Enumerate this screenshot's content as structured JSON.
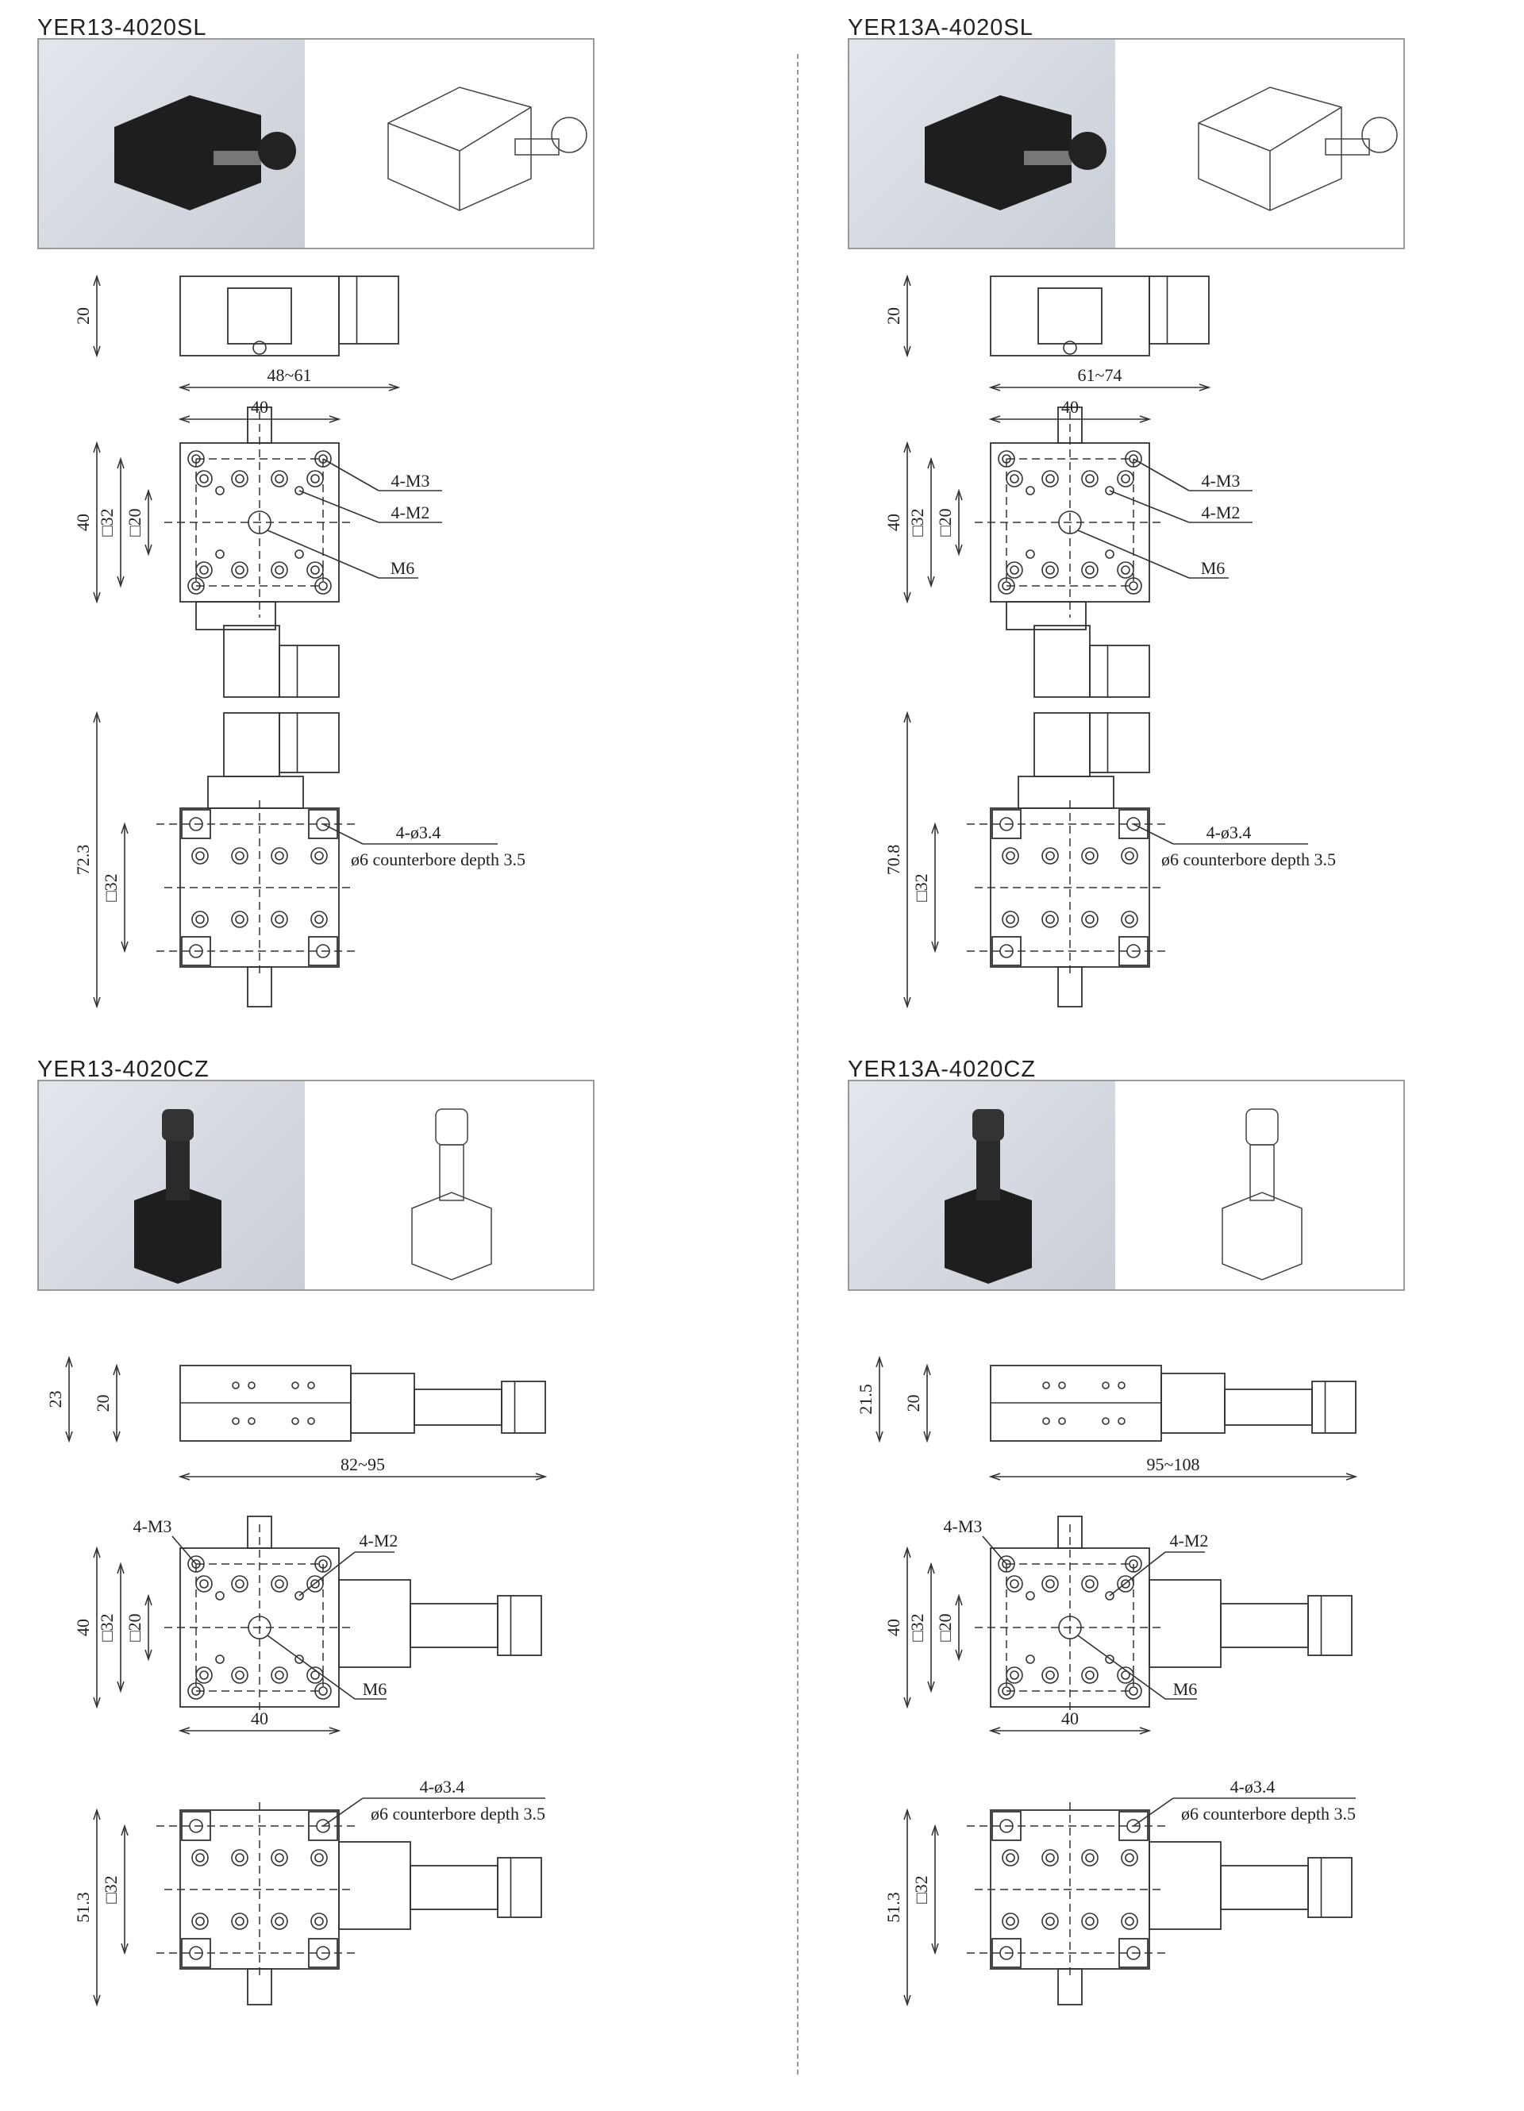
{
  "panels": [
    {
      "title": "YER13-4020SL",
      "kind": "SL",
      "side": {
        "height": "20",
        "length": "48~61"
      },
      "top": {
        "width": "40",
        "height": "40",
        "sq_outer": "□32",
        "sq_inner": "□20",
        "m3": "4-M3",
        "m2": "4-M2",
        "m6": "M6"
      },
      "bottom": {
        "height": "72.3",
        "sq": "□32",
        "hole": "4-ø3.4",
        "counterbore": "ø6 counterbore depth 3.5"
      }
    },
    {
      "title": "YER13A-4020SL",
      "kind": "SL",
      "side": {
        "height": "20",
        "length": "61~74"
      },
      "top": {
        "width": "40",
        "height": "40",
        "sq_outer": "□32",
        "sq_inner": "□20",
        "m3": "4-M3",
        "m2": "4-M2",
        "m6": "M6"
      },
      "bottom": {
        "height": "70.8",
        "sq": "□32",
        "hole": "4-ø3.4",
        "counterbore": "ø6 counterbore depth 3.5"
      }
    },
    {
      "title": "YER13-4020CZ",
      "kind": "CZ",
      "side": {
        "total_height": "23",
        "height": "20",
        "length": "82~95"
      },
      "top": {
        "width": "40",
        "height": "40",
        "sq_outer": "□32",
        "sq_inner": "□20",
        "m3": "4-M3",
        "m2": "4-M2",
        "m6": "M6"
      },
      "bottom": {
        "height": "51.3",
        "sq": "□32",
        "hole": "4-ø3.4",
        "counterbore": "ø6 counterbore depth 3.5"
      }
    },
    {
      "title": "YER13A-4020CZ",
      "kind": "CZ",
      "side": {
        "total_height": "21.5",
        "height": "20",
        "length": "95~108"
      },
      "top": {
        "width": "40",
        "height": "40",
        "sq_outer": "□32",
        "sq_inner": "□20",
        "m3": "4-M3",
        "m2": "4-M2",
        "m6": "M6"
      },
      "bottom": {
        "height": "51.3",
        "sq": "□32",
        "hole": "4-ø3.4",
        "counterbore": "ø6 counterbore depth 3.5"
      }
    }
  ]
}
